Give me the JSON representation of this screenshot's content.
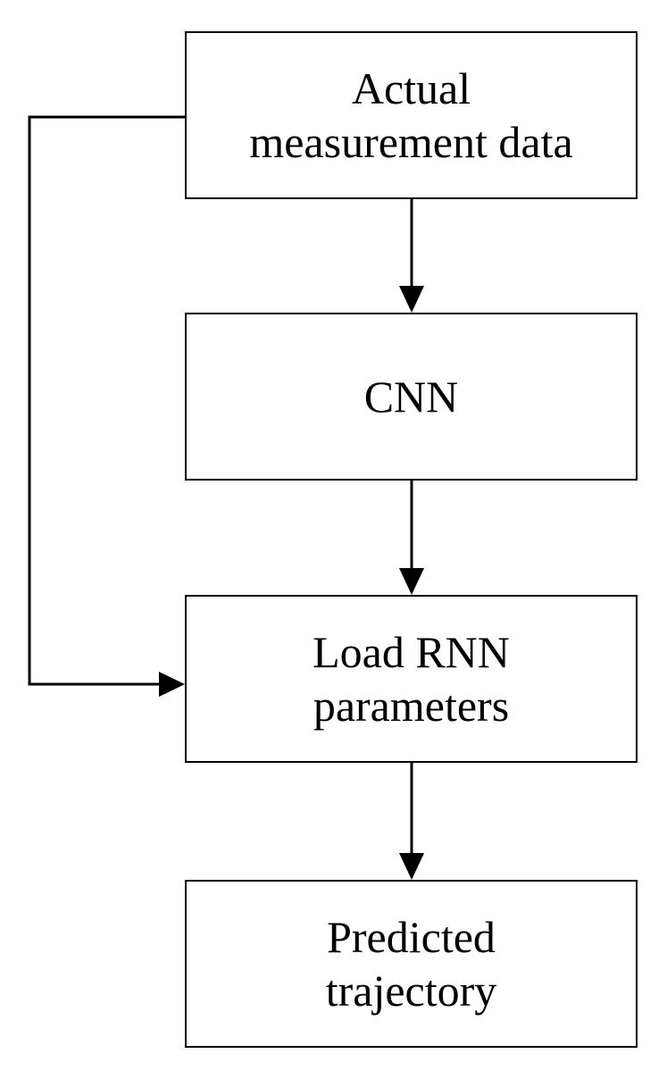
{
  "nodes": [
    {
      "id": "n1",
      "lines": [
        "Actual",
        "measurement data"
      ]
    },
    {
      "id": "n2",
      "lines": [
        "CNN"
      ]
    },
    {
      "id": "n3",
      "lines": [
        "Load RNN",
        "parameters"
      ]
    },
    {
      "id": "n4",
      "lines": [
        "Predicted",
        "trajectory"
      ]
    }
  ],
  "edges": [
    {
      "from": "n1",
      "to": "n2"
    },
    {
      "from": "n2",
      "to": "n3"
    },
    {
      "from": "n3",
      "to": "n4"
    },
    {
      "from": "n1",
      "to": "n3",
      "route": "left-bypass"
    }
  ]
}
